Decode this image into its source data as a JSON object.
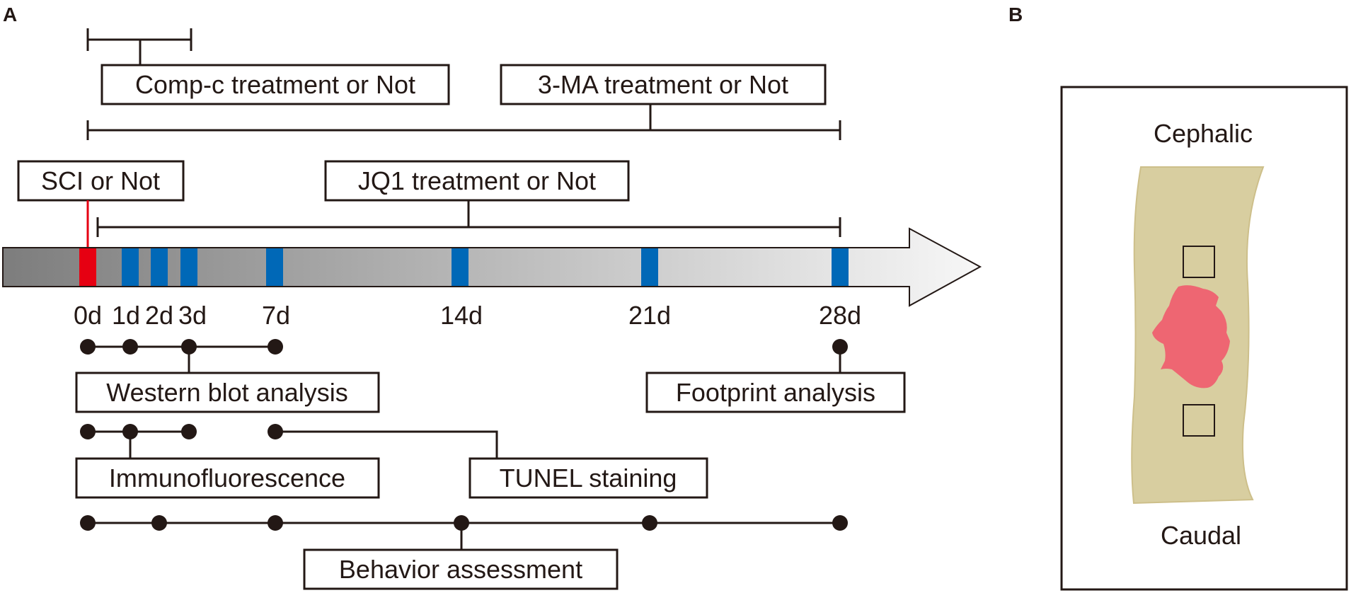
{
  "panel_a": {
    "letter": "A",
    "treatments": {
      "comp_c": "Comp-c treatment or Not",
      "three_ma": "3-MA treatment or Not",
      "sci": "SCI or Not",
      "jq1": "JQ1 treatment or Not"
    },
    "day_labels": [
      "0d",
      "1d",
      "2d",
      "3d",
      "7d",
      "14d",
      "21d",
      "28d"
    ],
    "assays": {
      "western_blot": "Western blot analysis",
      "footprint": "Footprint analysis",
      "immunofluorescence": "Immunofluorescence",
      "tunel": "TUNEL staining",
      "behavior": "Behavior assessment"
    },
    "colors": {
      "injury_marker": "#e60012",
      "timepoint_marker": "#0068b7",
      "line": "#231815"
    }
  },
  "panel_b": {
    "letter": "B",
    "top_label": "Cephalic",
    "bottom_label": "Caudal",
    "colors": {
      "tissue": "#d8cea0",
      "lesion": "#ee6672"
    }
  }
}
